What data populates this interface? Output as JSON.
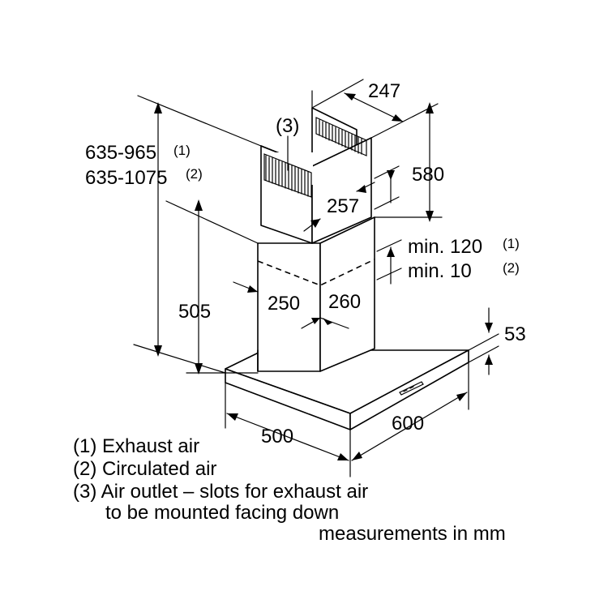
{
  "dimensions": {
    "chimney_depth_top": "247",
    "chimney_height_upper": "580",
    "air_outlet_marker": "(3)",
    "total_height_1": "635-965",
    "total_height_1_note": "(1)",
    "total_height_2": "635-1075",
    "total_height_2_note": "(2)",
    "inner_chimney_depth": "257",
    "clearance_1": "min. 120",
    "clearance_1_note": "(1)",
    "clearance_2": "min. 10",
    "clearance_2_note": "(2)",
    "lower_height": "505",
    "chimney_width": "250",
    "chimney_depth": "260",
    "canopy_height": "53",
    "canopy_depth": "500",
    "canopy_width": "600"
  },
  "legend": {
    "line1": "(1) Exhaust air",
    "line2": "(2) Circulated air",
    "line3": "(3) Air outlet – slots for exhaust air",
    "line4": "to be mounted facing down",
    "units": "measurements in mm"
  }
}
